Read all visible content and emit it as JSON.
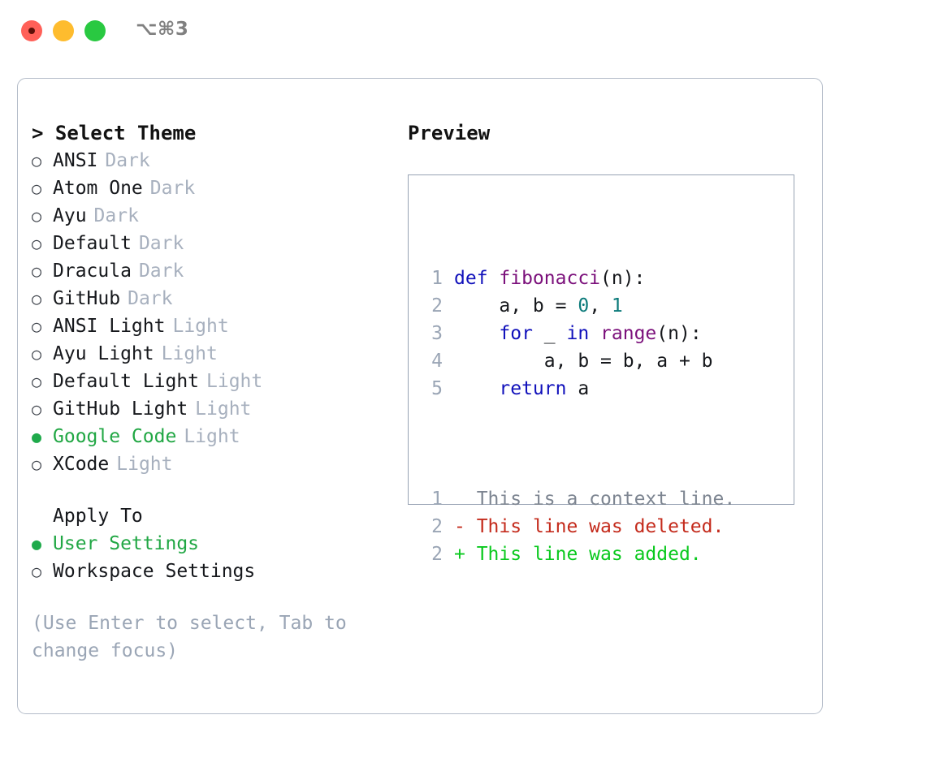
{
  "window": {
    "title": "⌥⌘3",
    "traffic_lights": [
      {
        "name": "close",
        "color": "#ff6058"
      },
      {
        "name": "minimize",
        "color": "#febc2e"
      },
      {
        "name": "maximize",
        "color": "#29c941"
      }
    ]
  },
  "theme_picker": {
    "title": "> Select Theme",
    "options": [
      {
        "bullet": "○",
        "name": "ANSI",
        "variant": "Dark",
        "selected": false
      },
      {
        "bullet": "○",
        "name": "Atom One",
        "variant": "Dark",
        "selected": false
      },
      {
        "bullet": "○",
        "name": "Ayu",
        "variant": "Dark",
        "selected": false
      },
      {
        "bullet": "○",
        "name": "Default",
        "variant": "Dark",
        "selected": false
      },
      {
        "bullet": "○",
        "name": "Dracula",
        "variant": "Dark",
        "selected": false
      },
      {
        "bullet": "○",
        "name": "GitHub",
        "variant": "Dark",
        "selected": false
      },
      {
        "bullet": "○",
        "name": "ANSI Light",
        "variant": "Light",
        "selected": false
      },
      {
        "bullet": "○",
        "name": "Ayu Light",
        "variant": "Light",
        "selected": false
      },
      {
        "bullet": "○",
        "name": "Default Light",
        "variant": "Light",
        "selected": false
      },
      {
        "bullet": "○",
        "name": "GitHub Light",
        "variant": "Light",
        "selected": false
      },
      {
        "bullet": "●",
        "name": "Google Code",
        "variant": "Light",
        "selected": true
      },
      {
        "bullet": "○",
        "name": "XCode",
        "variant": "Light",
        "selected": false
      }
    ]
  },
  "apply_to": {
    "title": "Apply To",
    "options": [
      {
        "bullet": "●",
        "name": "User Settings",
        "selected": true
      },
      {
        "bullet": "○",
        "name": "Workspace Settings",
        "selected": false
      }
    ]
  },
  "hint": "(Use Enter to select, Tab to\nchange focus)",
  "preview": {
    "title": "Preview",
    "code_lines": [
      {
        "lineno": "1",
        "tokens": [
          {
            "t": "def ",
            "c": "kw"
          },
          {
            "t": "fibonacci",
            "c": "fn"
          },
          {
            "t": "(n):",
            "c": "id"
          }
        ]
      },
      {
        "lineno": "2",
        "tokens": [
          {
            "t": "    a, b = ",
            "c": "id"
          },
          {
            "t": "0",
            "c": "num"
          },
          {
            "t": ", ",
            "c": "id"
          },
          {
            "t": "1",
            "c": "num"
          }
        ]
      },
      {
        "lineno": "3",
        "tokens": [
          {
            "t": "    ",
            "c": "id"
          },
          {
            "t": "for",
            "c": "kw"
          },
          {
            "t": " _ ",
            "c": "id"
          },
          {
            "t": "in",
            "c": "kw"
          },
          {
            "t": " ",
            "c": "id"
          },
          {
            "t": "range",
            "c": "fn"
          },
          {
            "t": "(n):",
            "c": "id"
          }
        ]
      },
      {
        "lineno": "4",
        "tokens": [
          {
            "t": "        a, b = b, a + b",
            "c": "id"
          }
        ]
      },
      {
        "lineno": "5",
        "tokens": [
          {
            "t": "    ",
            "c": "id"
          },
          {
            "t": "return",
            "c": "kw"
          },
          {
            "t": " a",
            "c": "id"
          }
        ]
      }
    ],
    "diff_lines": [
      {
        "lineno": "1",
        "marker": " ",
        "text": " This is a context line.",
        "kind": "ctx"
      },
      {
        "lineno": "2",
        "marker": "-",
        "text": " This line was deleted.",
        "kind": "del"
      },
      {
        "lineno": "2",
        "marker": "+",
        "text": " This line was added.",
        "kind": "add"
      }
    ]
  },
  "colors": {
    "accent_green": "#21a744",
    "muted": "#a7b0be",
    "hint": "#9aa5b5",
    "keyword": "#1111bb",
    "function": "#7b107b",
    "number": "#0b7a7a",
    "diff_add": "#0ac91e",
    "diff_del": "#c42b1c",
    "panel_border": "#b4bcc9",
    "preview_border": "#97a2b3"
  }
}
